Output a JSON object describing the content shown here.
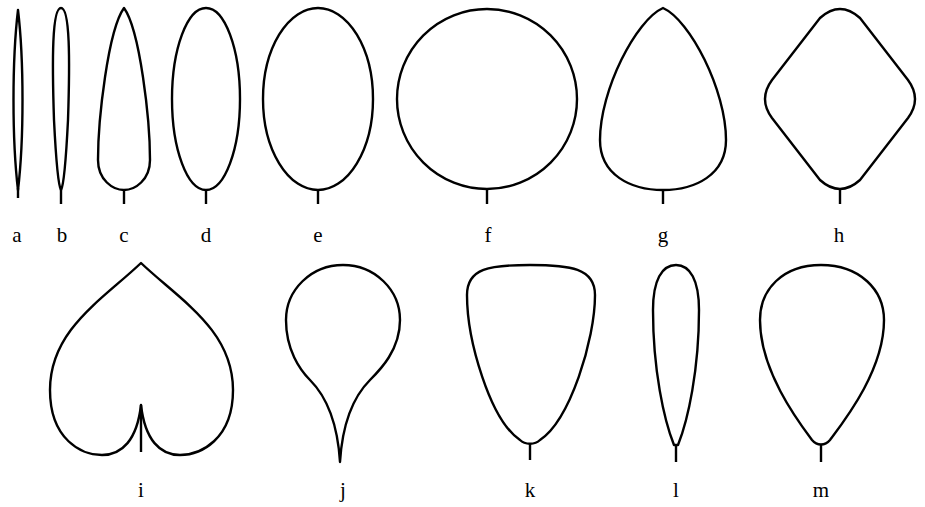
{
  "diagram": {
    "labels": [
      "a",
      "b",
      "c",
      "d",
      "e",
      "f",
      "g",
      "h",
      "i",
      "j",
      "k",
      "l",
      "m"
    ]
  }
}
